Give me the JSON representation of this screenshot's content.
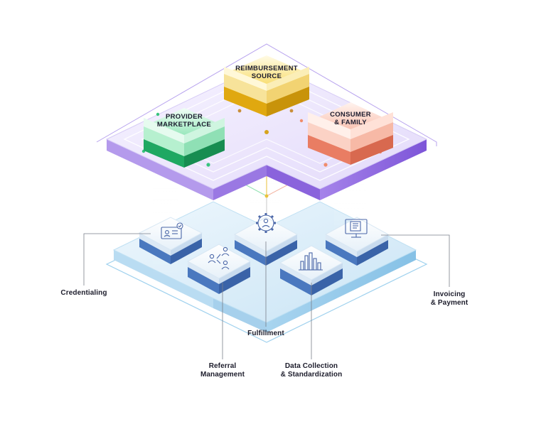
{
  "top_layer": {
    "blocks": [
      {
        "lines": [
          "REIMBURSEMENT",
          "SOURCE"
        ]
      },
      {
        "lines": [
          "PROVIDER",
          "MARKETPLACE"
        ]
      },
      {
        "lines": [
          "CONSUMER",
          "& FAMILY"
        ]
      }
    ]
  },
  "bottom_layer": {
    "modules": [
      {
        "icon": "credential-card-icon"
      },
      {
        "icon": "gear-user-icon"
      },
      {
        "icon": "monitor-document-icon"
      },
      {
        "icon": "referral-people-icon"
      },
      {
        "icon": "bar-chart-icon"
      }
    ],
    "callouts": [
      {
        "lines": [
          "Credentialing"
        ]
      },
      {
        "lines": [
          "Fulfillment"
        ]
      },
      {
        "lines": [
          "Invoicing",
          "& Payment"
        ]
      },
      {
        "lines": [
          "Referral",
          "Management"
        ]
      },
      {
        "lines": [
          "Data Collection",
          "& Standardization"
        ]
      }
    ]
  },
  "colors": {
    "top_platform": "#ece6fb",
    "top_platform_edge": "#8f6be0",
    "bottom_platform": "#d6ecf8",
    "bottom_platform_edge": "#7ab9e0",
    "reimbursement": "#f2c21a",
    "provider": "#2fc07a",
    "consumer": "#f28a6e",
    "module_edge": "#3f6fb5"
  }
}
